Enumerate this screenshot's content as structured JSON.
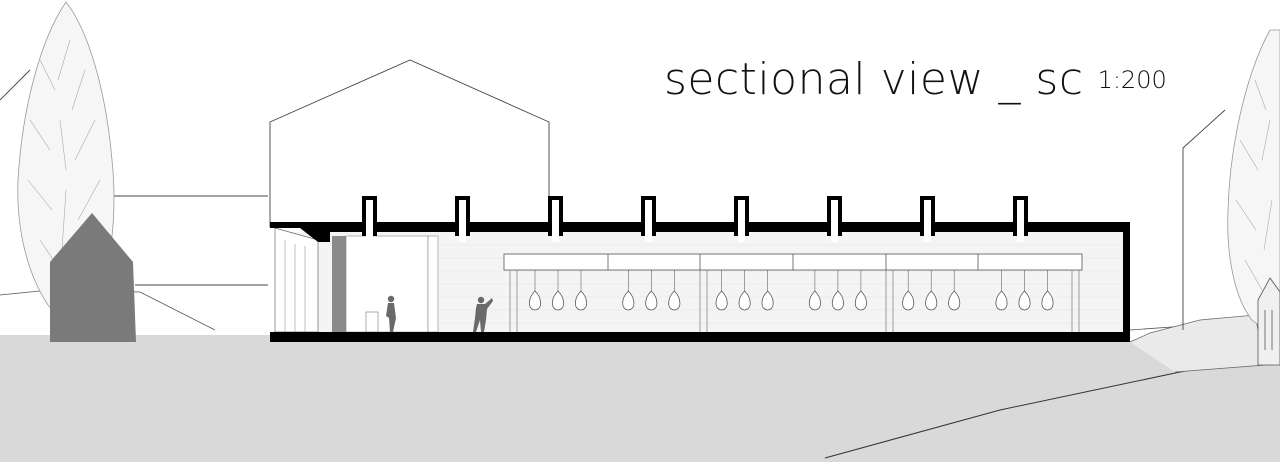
{
  "title": {
    "main": "sectional view _  sc",
    "scale": "1:200"
  },
  "colors": {
    "ground": "#d9d9d9",
    "wall": "#000000",
    "silhouette": "#7a7a7a",
    "interior": "#f4f4f4",
    "line": "#444444"
  },
  "elements": {
    "skylights": 8,
    "pendant_groups": 6,
    "pendants_per_group": 3,
    "human_figures": 2
  }
}
